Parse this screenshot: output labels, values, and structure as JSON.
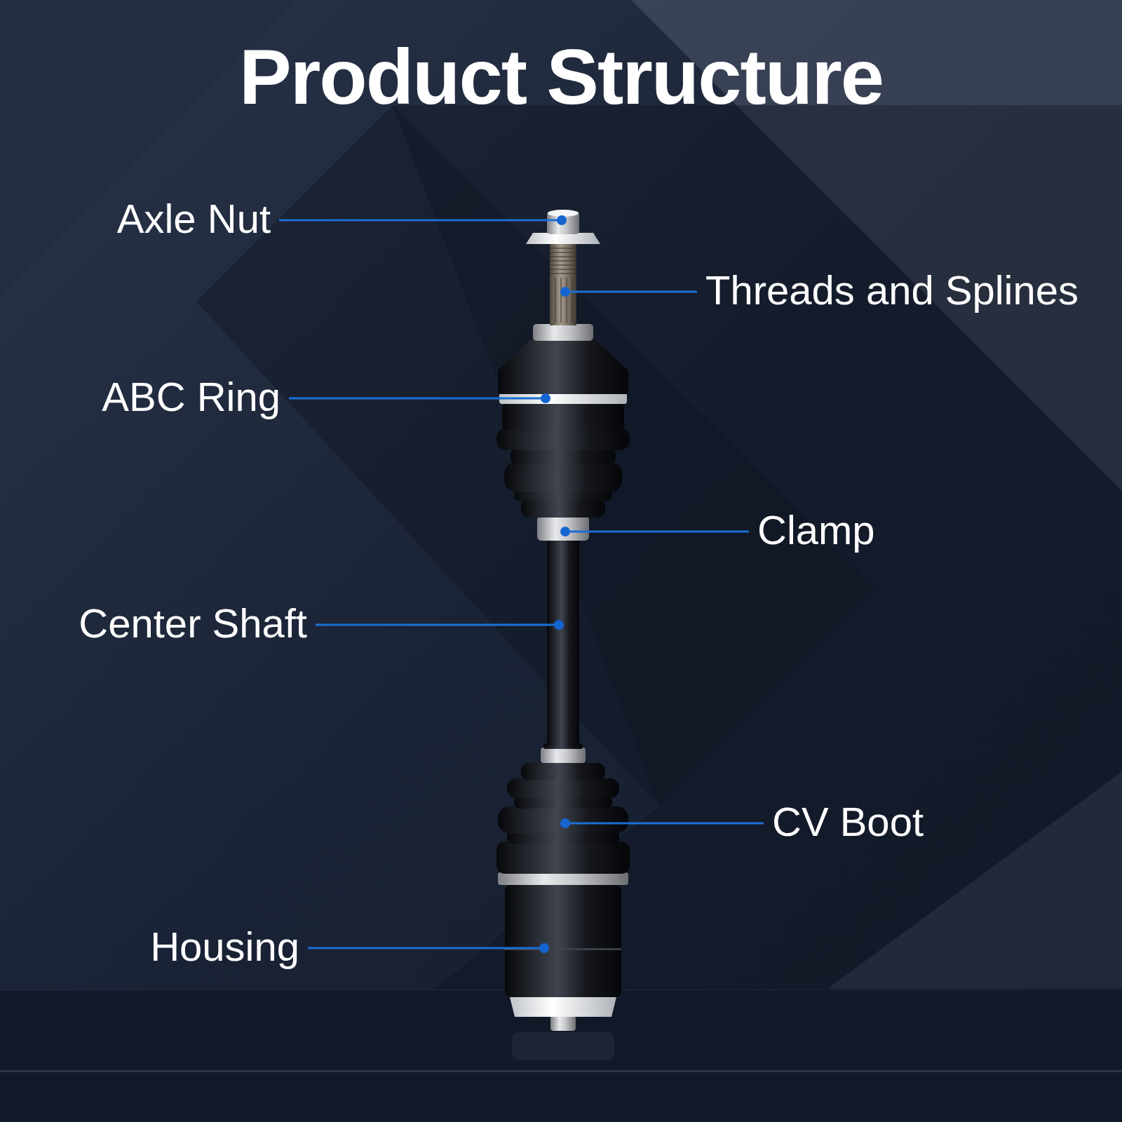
{
  "diagram": {
    "title": "Product Structure",
    "labels": [
      "Axle Nut",
      "Threads and Splines",
      "ABC Ring",
      "Clamp",
      "Center Shaft",
      "CV Boot",
      "Housing"
    ]
  }
}
